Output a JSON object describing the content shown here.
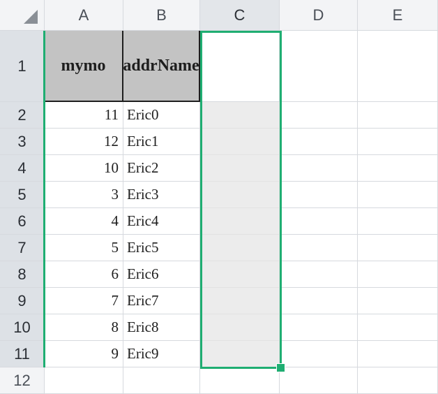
{
  "columns": [
    "A",
    "B",
    "C",
    "D",
    "E"
  ],
  "rows": [
    "1",
    "2",
    "3",
    "4",
    "5",
    "6",
    "7",
    "8",
    "9",
    "10",
    "11",
    "12"
  ],
  "header_cells": {
    "a1": "mymo",
    "b1": "addrName"
  },
  "data": [
    {
      "a": "11",
      "b": "Eric0"
    },
    {
      "a": "12",
      "b": "Eric1"
    },
    {
      "a": "10",
      "b": "Eric2"
    },
    {
      "a": "3",
      "b": "Eric3"
    },
    {
      "a": "4",
      "b": "Eric4"
    },
    {
      "a": "5",
      "b": "Eric5"
    },
    {
      "a": "6",
      "b": "Eric6"
    },
    {
      "a": "7",
      "b": "Eric7"
    },
    {
      "a": "8",
      "b": "Eric8"
    },
    {
      "a": "9",
      "b": "Eric9"
    }
  ],
  "selection": {
    "range": "C1:C11",
    "color": "#1fae72"
  },
  "icons": {
    "corner": "select-all-triangle-icon",
    "handle": "fill-handle-icon"
  }
}
